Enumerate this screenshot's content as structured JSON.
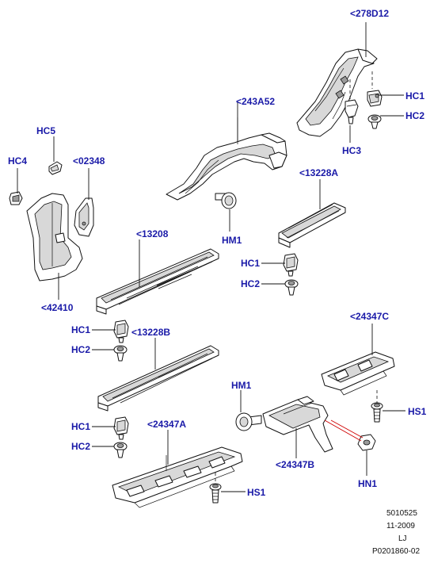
{
  "labels": {
    "p278D12": "<278D12",
    "hc1_top": "HC1",
    "hc2_top": "HC2",
    "hc3": "HC3",
    "p243A52": "<243A52",
    "hm1_top": "HM1",
    "hc5": "HC5",
    "hc4": "HC4",
    "p02348": "<02348",
    "p42410": "<42410",
    "p13228A": "<13228A",
    "hc1_mid_right": "HC1",
    "hc2_mid_right": "HC2",
    "p13208": "<13208",
    "hc1_mid_left": "HC1",
    "hc2_mid_left": "HC2",
    "p13228B": "<13228B",
    "p24347C": "<24347C",
    "hs1_right": "HS1",
    "hm1_bottom": "HM1",
    "p24347B": "<24347B",
    "hn1": "HN1",
    "hc1_low_left": "HC1",
    "hc2_low_left": "HC2",
    "p24347A": "<24347A",
    "hs1_left": "HS1"
  },
  "footer": {
    "line1": "5010525",
    "line2": "11-2009",
    "line3": "LJ",
    "line4": "P0201860-02"
  },
  "colors": {
    "label": "#1a1aa8",
    "leader_highlight": "#d00000"
  }
}
